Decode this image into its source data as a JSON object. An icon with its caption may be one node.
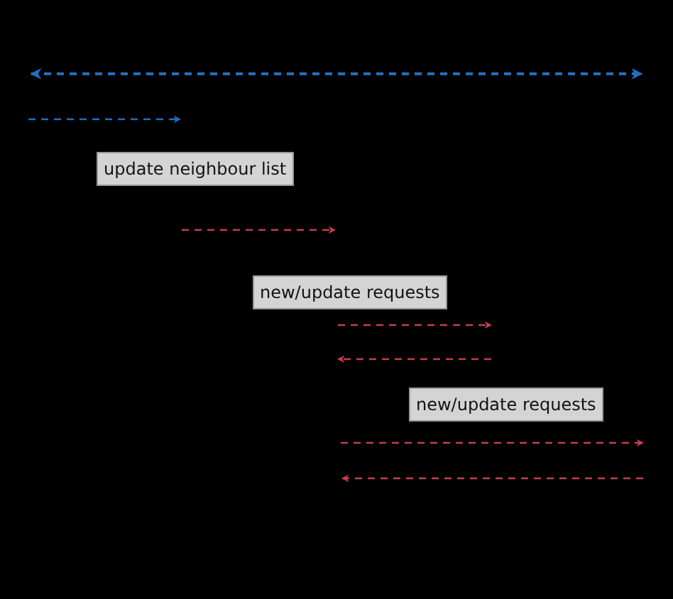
{
  "diagram": {
    "nodes": [
      {
        "text": [
          "update neighbour list"
        ]
      },
      {
        "text": [
          "new/update requests"
        ]
      },
      {
        "text": [
          "new/update requests"
        ]
      }
    ]
  }
}
